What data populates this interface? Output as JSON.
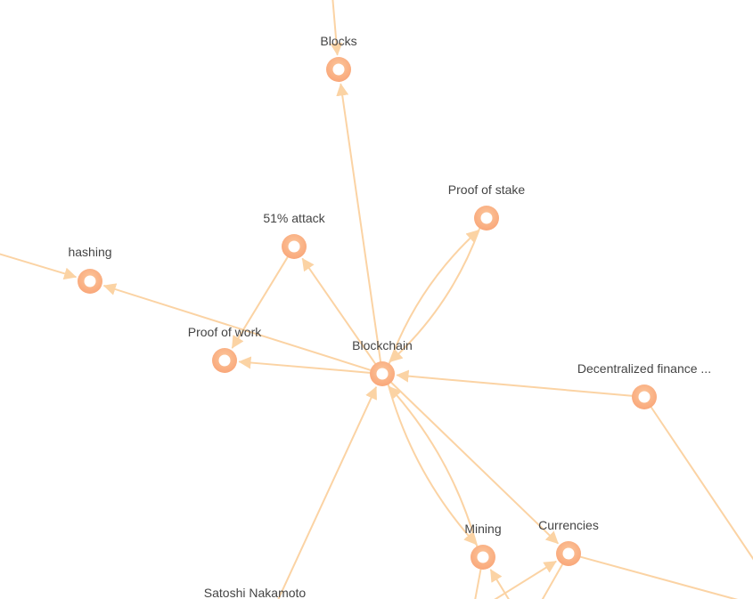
{
  "colors": {
    "edge": "#fbd3a4",
    "node_outer": "#f9a77a",
    "node_outer_light": "#fcc79c",
    "node_inner": "#ffffff",
    "label": "#444444",
    "background": "#ffffff"
  },
  "nodes": [
    {
      "id": "blocks",
      "label": "Blocks"
    },
    {
      "id": "proof_of_stake",
      "label": "Proof of stake"
    },
    {
      "id": "attack_51",
      "label": "51% attack"
    },
    {
      "id": "hashing",
      "label": "hashing"
    },
    {
      "id": "proof_of_work",
      "label": "Proof of work"
    },
    {
      "id": "blockchain",
      "label": "Blockchain"
    },
    {
      "id": "defi",
      "label": "Decentralized finance ..."
    },
    {
      "id": "mining",
      "label": "Mining"
    },
    {
      "id": "currencies",
      "label": "Currencies"
    },
    {
      "id": "satoshi",
      "label": "Satoshi Nakamoto"
    }
  ],
  "edges": [
    {
      "from": "blockchain",
      "to": "blocks",
      "type": "line"
    },
    {
      "from": "blockchain",
      "to": "proof_of_stake",
      "type": "curve"
    },
    {
      "from": "proof_of_stake",
      "to": "blockchain",
      "type": "curve"
    },
    {
      "from": "blockchain",
      "to": "attack_51",
      "type": "line"
    },
    {
      "from": "blockchain",
      "to": "hashing",
      "type": "line"
    },
    {
      "from": "blockchain",
      "to": "proof_of_work",
      "type": "line"
    },
    {
      "from": "attack_51",
      "to": "proof_of_work",
      "type": "line"
    },
    {
      "from": "defi",
      "to": "blockchain",
      "type": "line"
    },
    {
      "from": "blockchain",
      "to": "mining",
      "type": "curve"
    },
    {
      "from": "mining",
      "to": "blockchain",
      "type": "curve"
    },
    {
      "from": "blockchain",
      "to": "currencies",
      "type": "line"
    },
    {
      "from": "satoshi",
      "to": "blockchain",
      "type": "line"
    },
    {
      "from": "offscreen_top",
      "to": "blocks",
      "type": "line"
    },
    {
      "from": "offscreen_left",
      "to": "hashing",
      "type": "line"
    },
    {
      "from": "defi",
      "to": "offscreen_bottom_right",
      "type": "line"
    },
    {
      "from": "currencies",
      "to": "offscreen_right",
      "type": "line"
    },
    {
      "from": "mining",
      "to": "offscreen_bottom_a",
      "type": "line"
    },
    {
      "from": "offscreen_bottom_b",
      "to": "mining",
      "type": "line"
    },
    {
      "from": "offscreen_bottom_c",
      "to": "currencies",
      "type": "line"
    },
    {
      "from": "currencies",
      "to": "offscreen_bottom_d",
      "type": "line"
    }
  ]
}
